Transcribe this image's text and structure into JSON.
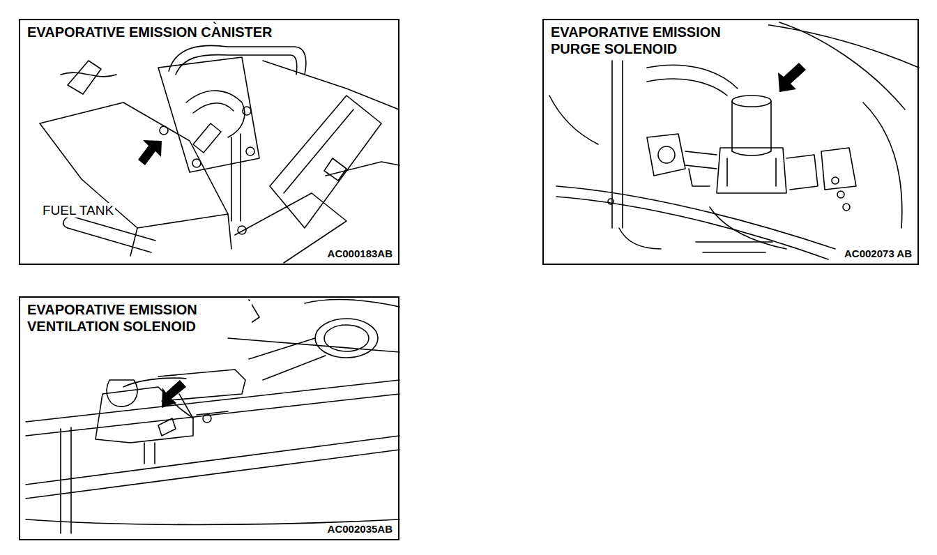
{
  "diagram": {
    "nodes": [
      {
        "text": [
          "EVAPORATIVE EMISSION CANISTER",
          "AC000183AB"
        ]
      },
      {
        "text": [
          "EVAPORATIVE EMISSION PURGE SOLENOID",
          "AC002073 AB"
        ]
      },
      {
        "text": [
          "EVAPORATIVE EMISSION VENTILATION SOLENOID",
          "AC002035AB"
        ]
      }
    ],
    "labels": [
      "FUEL TANK"
    ]
  }
}
